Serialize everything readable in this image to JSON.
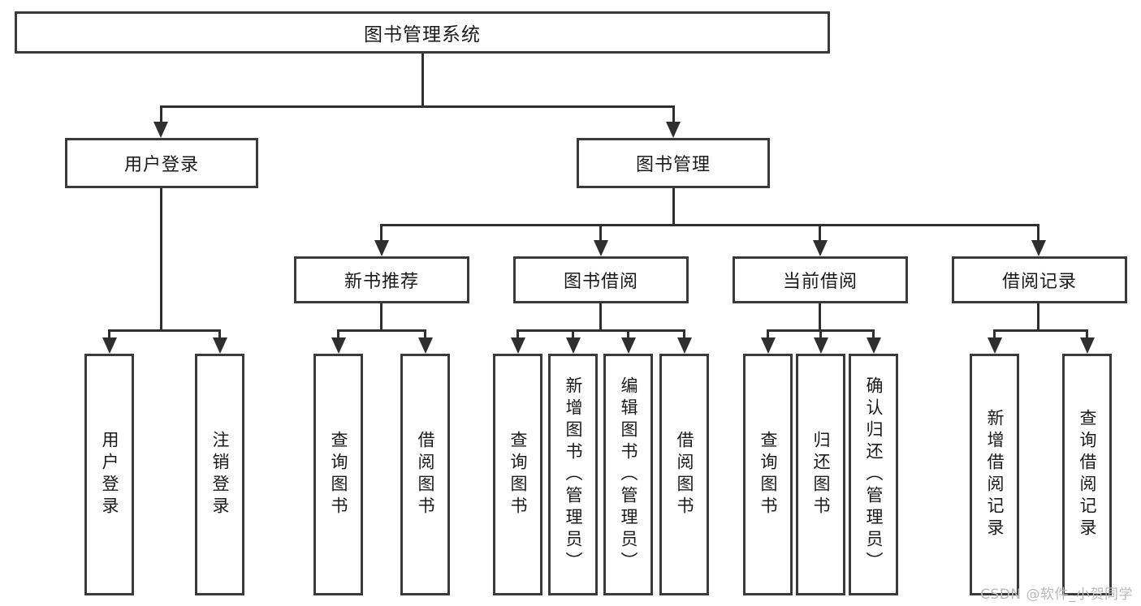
{
  "diagram": {
    "type": "tree-hierarchy-diagram",
    "root": {
      "label": "图书管理系统"
    },
    "level2": [
      {
        "id": "user-login",
        "label": "用户登录"
      },
      {
        "id": "book-management",
        "label": "图书管理"
      }
    ],
    "level3": [
      {
        "id": "new-book-recommend",
        "label": "新书推荐"
      },
      {
        "id": "book-borrow",
        "label": "图书借阅"
      },
      {
        "id": "current-borrow",
        "label": "当前借阅"
      },
      {
        "id": "borrow-record",
        "label": "借阅记录"
      }
    ],
    "leaves": {
      "user_login": [
        {
          "id": "leaf-user-login",
          "label": "用户登录"
        },
        {
          "id": "leaf-logout",
          "label": "注销登录"
        }
      ],
      "new_book_recommend": [
        {
          "id": "leaf-query-book-1",
          "label": "查询图书"
        },
        {
          "id": "leaf-borrow-book-1",
          "label": "借阅图书"
        }
      ],
      "book_borrow": [
        {
          "id": "leaf-query-book-2",
          "label": "查询图书"
        },
        {
          "id": "leaf-add-book",
          "label": "新增图书（管理员）"
        },
        {
          "id": "leaf-edit-book",
          "label": "编辑图书（管理员）"
        },
        {
          "id": "leaf-borrow-book-2",
          "label": "借阅图书"
        }
      ],
      "current_borrow": [
        {
          "id": "leaf-query-book-3",
          "label": "查询图书"
        },
        {
          "id": "leaf-return-book",
          "label": "归还图书"
        },
        {
          "id": "leaf-confirm-return",
          "label": "确认归还（管理员）"
        }
      ],
      "borrow_record": [
        {
          "id": "leaf-add-record",
          "label": "新增借阅记录"
        },
        {
          "id": "leaf-query-record",
          "label": "查询借阅记录"
        }
      ]
    }
  },
  "watermark": {
    "text": "CSDN @软件_小贺同学"
  },
  "colors": {
    "border": "#3a3a3a",
    "line": "#2f2f2f",
    "text": "#1a1a1a",
    "background": "#ffffff",
    "watermark": "#b9b9b9"
  }
}
